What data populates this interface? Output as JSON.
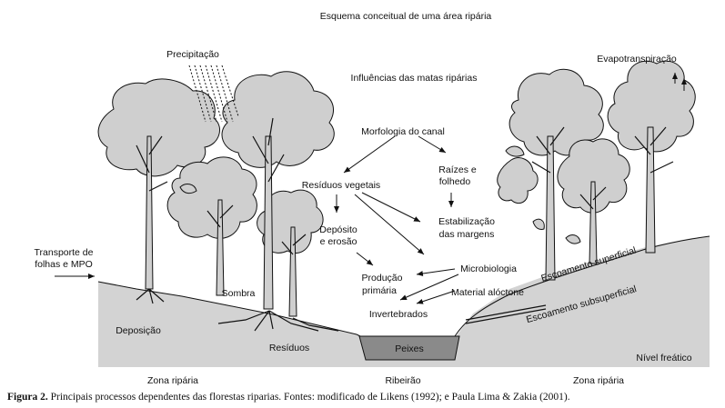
{
  "diagram": {
    "title": "Esquema conceitual de uma área ripária",
    "labels": {
      "precipitacao": "Precipitação",
      "influencias": "Influências das matas ripárias",
      "evapotranspiracao": "Evapotranspiração",
      "morfologia": "Morfologia do canal",
      "residuos_vegetais": "Resíduos vegetais",
      "raizes_1": "Raízes e",
      "raizes_2": "folhedo",
      "deposito_1": "Depósito",
      "deposito_2": "e erosão",
      "estabilizacao_1": "Estabilização",
      "estabilizacao_2": "das margens",
      "transporte_1": "Transporte de",
      "transporte_2": "folhas e MPO",
      "producao_1": "Produção",
      "producao_2": "primária",
      "microbiologia": "Microbiologia",
      "material_aloctone": "Material alóctone",
      "invertebrados": "Invertebrados",
      "sombra": "Sombra",
      "deposicao": "Deposição",
      "residuos": "Resíduos",
      "peixes": "Peixes",
      "escoamento_superficial": "Escoamento superficial",
      "escoamento_subsuperficial": "Escoamento subsuperficial",
      "nivel_freatico": "Nível freático",
      "zona_riparia_left": "Zona ripária",
      "ribeirao": "Ribeirão",
      "zona_riparia_right": "Zona ripária"
    },
    "colors": {
      "canopy": "#cfcfcf",
      "ground": "#d3d3d3",
      "fish_box": "#8a8a8a",
      "ink": "#111111"
    }
  },
  "caption": {
    "label": "Figura 2.",
    "text": " Principais processos dependentes das florestas riparias. Fontes: modificado de Likens (1992); e Paula Lima & Zakia (2001)."
  }
}
